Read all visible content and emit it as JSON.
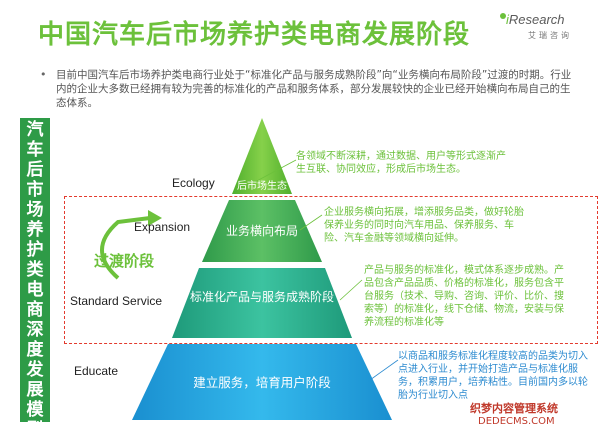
{
  "title": "中国汽车后市场养护类电商发展阶段",
  "logo": {
    "brand": "Research",
    "brand_cn": "艾瑞咨询"
  },
  "intro": "目前中国汽车后市场养护类电商行业处于“标准化产品与服务成熟阶段”向“业务横向布局阶段”过渡的时期。行业内的企业大多数已经拥有较为完善的标准化的产品和服务体系，部分发展较快的企业已经开始横向布局自己的生态体系。",
  "side_label": "汽车后市场养护类电商深度发展模型",
  "levels": [
    {
      "label": "Ecology",
      "stage": "后市场生态",
      "description": "各领域不断深耕，通过数据、用户等形式逐渐产生互联、协同效应，形成后市场生态。"
    },
    {
      "label": "Expansion",
      "stage": "业务横向布局",
      "description": "企业服务横向拓展，增添服务品类，做好轮胎保养业务的同时向汽车用品、保养服务、车险、汽车金融等领域横向延伸。"
    },
    {
      "label": "Standard Service",
      "stage": "标准化产品与服务成熟阶段",
      "description": "产品与服务的标准化，模式体系逐步成熟。产品包含产品品质、价格的标准化，服务包含平台服务（技术、导购、咨询、评价、比价、搜索等）的标准化，线下仓储、物流，安装与保养流程的标准化等"
    },
    {
      "label": "Educate",
      "stage": "建立服务，培育用户阶段",
      "description": "以商品和服务标准化程度较高的品类为切入点进入行业，并开始打造产品与标准化服务，积累用户，培养粘性。目前国内多以轮胎为行业切入点"
    }
  ],
  "transition_label": "过渡阶段",
  "watermark": {
    "line1": "织梦内容管理系统",
    "line2": "DEDECMS.COM"
  },
  "colors": {
    "green": "#6cc13b",
    "dark_green": "#2e9b47",
    "blue": "#2d8bd0",
    "red": "#e33b2e"
  }
}
